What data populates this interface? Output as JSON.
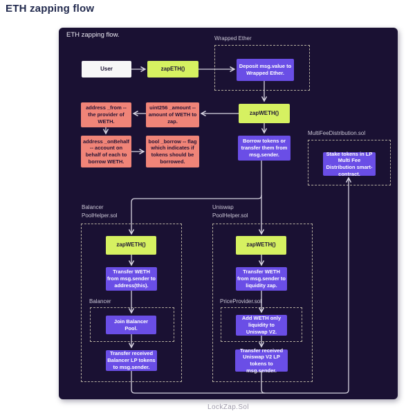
{
  "page_title": "ETH zapping flow",
  "panel": {
    "title": "ETH zapping flow.",
    "footer": "LockZap.Sol"
  },
  "colors": {
    "panel_bg": "#1a1133",
    "node_yellow": "#d6f161",
    "node_salmon": "#f08478",
    "node_purple": "#6a4ee6",
    "node_white": "#f7f7f7",
    "connector": "#d8d5e2",
    "dashed_border": "#b4ad9e",
    "group_label": "#cbc7d6",
    "footer_text": "#9d99a9",
    "title_text": "#222a4e"
  },
  "flow": {
    "user": "User",
    "zap_eth": "zapETH()",
    "zap_weth": "zapWETH()",
    "borrow": "Borrow tokens or transfer them from msg.sender.",
    "wrapped_ether": {
      "label": "Wrapped Ether",
      "deposit": "Deposit msg.value to Wrapped Ether."
    },
    "params": {
      "address_from": "address _from -- the provider of WETH.",
      "uint256_amount": "uint256 _amount -- amount of WETH to zap.",
      "address_onbehalf": "address _onBehalf -- account on behalf of each to borrow WETH.",
      "bool_borrow": "bool _borrow -- flag which indicates if tokens should be borrowed."
    },
    "multifee": {
      "label": "MultiFeeDistribution.sol",
      "stake": "Stake tokens in LP Multi Fee Distribution smart-contract."
    },
    "balancer": {
      "label_line1": "Balancer",
      "label_line2": "PoolHelper.sol",
      "zap_weth": "zapWETH()",
      "transfer_weth": "Transfer WETH from msg.sender to address(this).",
      "inner_label": "Balancer",
      "join_pool": "Join Balancer Pool.",
      "transfer_lp": "Transfer received Balancer LP tokens to msg.sender."
    },
    "uniswap": {
      "label_line1": "Uniswap",
      "label_line2": "PoolHelper.sol",
      "zap_weth": "zapWETH()",
      "transfer_weth": "Transfer WETH from msg.sender to liquidity zap.",
      "inner_label": "PriceProvider.sol",
      "add_liquidity": "Add WETH only liquidity to Uniswap V2.",
      "transfer_lp": "Transfer received Uniswap V2 LP tokens to msg.sender."
    }
  }
}
